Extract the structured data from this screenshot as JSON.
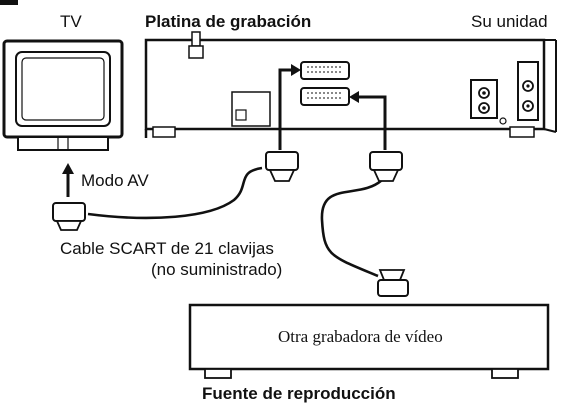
{
  "labels": {
    "tv": "TV",
    "recording_deck": "Platina de grabación",
    "your_unit": "Su unidad",
    "av_mode": "Modo AV",
    "cable_line1": "Cable SCART de 21 clavijas",
    "cable_line2": "(no suministrado)",
    "other_vcr": "Otra grabadora de vídeo",
    "playback_source": "Fuente de reproducción"
  }
}
